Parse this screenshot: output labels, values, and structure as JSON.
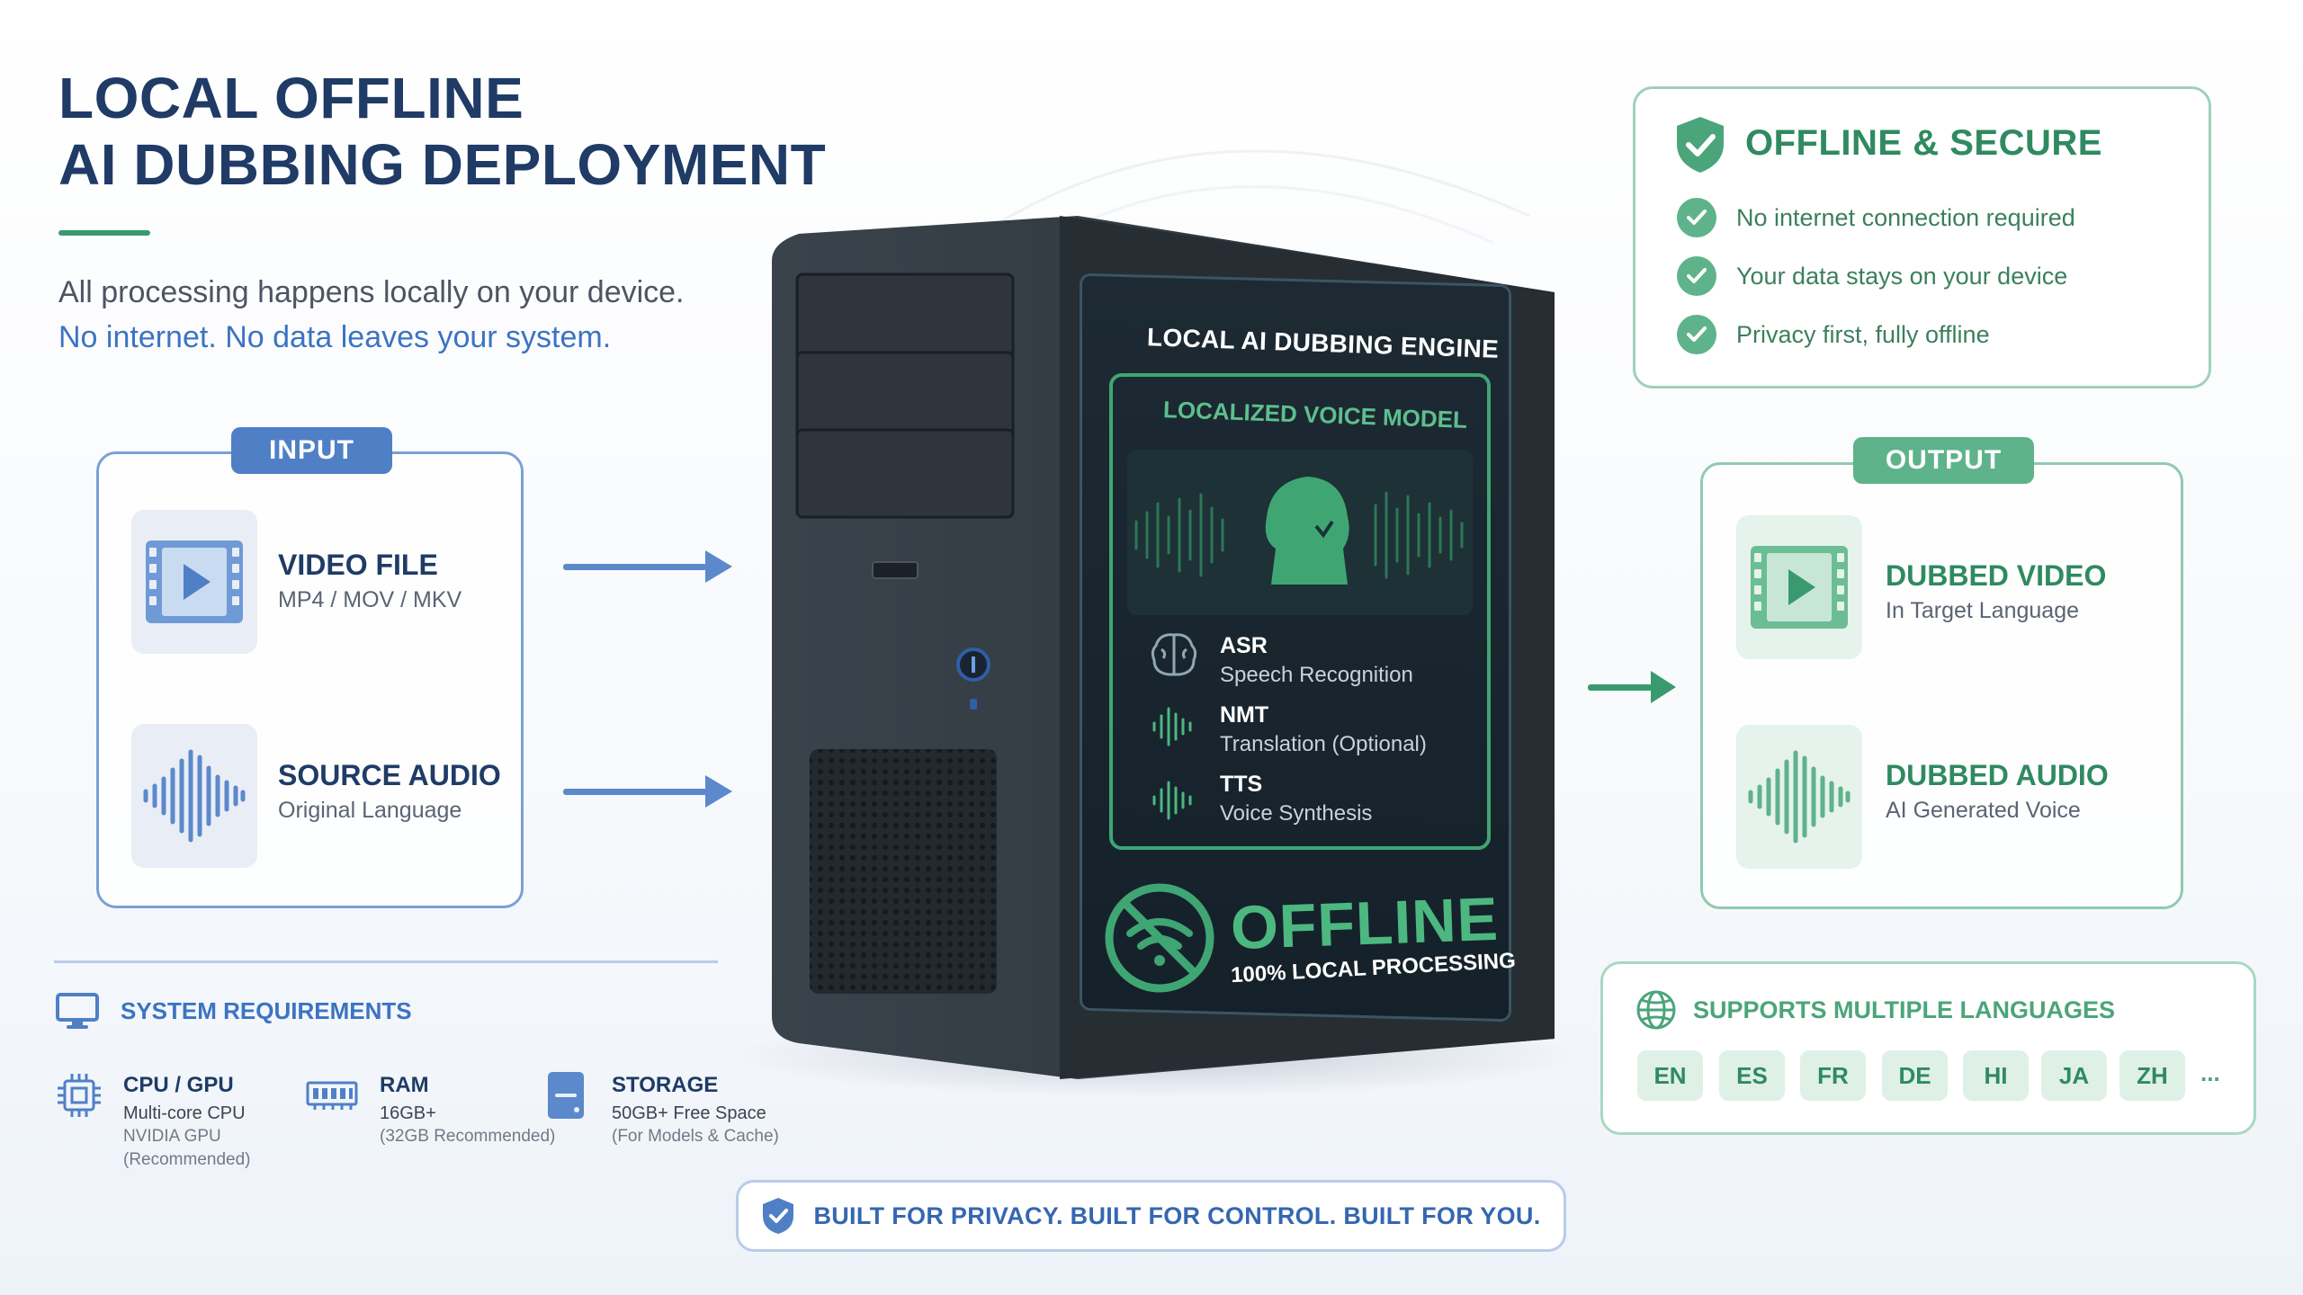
{
  "title": {
    "line1": "LOCAL OFFLINE",
    "line2": "AI DUBBING DEPLOYMENT"
  },
  "subtitle": {
    "line1": "All processing happens locally on your device.",
    "line2": "No internet. No data leaves your system."
  },
  "input": {
    "label": "INPUT",
    "items": [
      {
        "title": "VIDEO FILE",
        "sub": "MP4 / MOV / MKV",
        "icon": "video-file-icon"
      },
      {
        "title": "SOURCE AUDIO",
        "sub": "Original Language",
        "icon": "audio-wave-icon"
      }
    ]
  },
  "engine": {
    "title": "LOCAL AI DUBBING ENGINE",
    "model_title": "LOCALIZED VOICE MODEL",
    "steps": [
      {
        "title": "ASR",
        "sub": "Speech Recognition",
        "icon": "brain-icon"
      },
      {
        "title": "NMT",
        "sub": "Translation (Optional)",
        "icon": "wave-icon"
      },
      {
        "title": "TTS",
        "sub": "Voice Synthesis",
        "icon": "wave-icon"
      }
    ],
    "offline": "OFFLINE",
    "offline_sub": "100% LOCAL PROCESSING"
  },
  "secure": {
    "title": "OFFLINE & SECURE",
    "items": [
      "No internet connection required",
      "Your data stays on your device",
      "Privacy first, fully offline"
    ]
  },
  "output": {
    "label": "OUTPUT",
    "items": [
      {
        "title": "DUBBED VIDEO",
        "sub": "In Target Language",
        "icon": "video-file-icon"
      },
      {
        "title": "DUBBED AUDIO",
        "sub": "AI Generated Voice",
        "icon": "audio-wave-icon"
      }
    ]
  },
  "languages": {
    "title": "SUPPORTS MULTIPLE LANGUAGES",
    "codes": [
      "EN",
      "ES",
      "FR",
      "DE",
      "HI",
      "JA",
      "ZH"
    ],
    "more": "..."
  },
  "requirements": {
    "title": "SYSTEM REQUIREMENTS",
    "items": [
      {
        "title": "CPU / GPU",
        "line1": "Multi-core CPU",
        "line2": "NVIDIA GPU",
        "line3": "(Recommended)"
      },
      {
        "title": "RAM",
        "line1": "16GB+",
        "line2": "(32GB Recommended)"
      },
      {
        "title": "STORAGE",
        "line1": "50GB+ Free Space",
        "line2": "(For Models & Cache)"
      }
    ]
  },
  "banner": "BUILT FOR PRIVACY. BUILT FOR CONTROL. BUILT FOR YOU.",
  "colors": {
    "navy": "#1f3b66",
    "blue": "#4f80c6",
    "green": "#3a9a6f",
    "light_green": "#5fb38a"
  }
}
